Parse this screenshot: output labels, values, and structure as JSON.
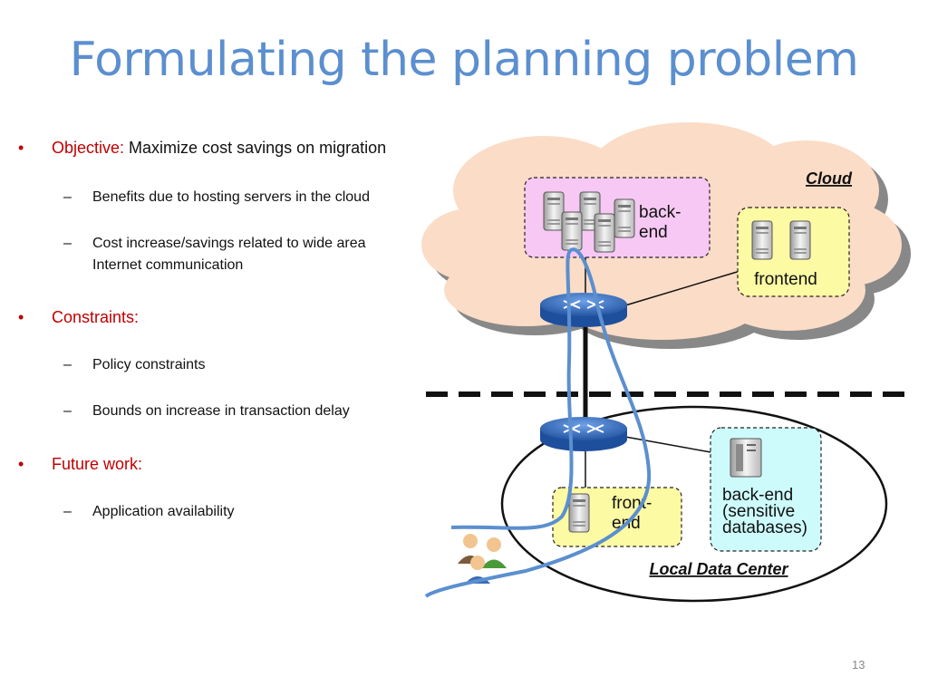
{
  "slide": {
    "title": "Formulating the planning problem",
    "page_number": "13"
  },
  "bullets": [
    {
      "label": "Objective:",
      "text": " Maximize cost savings on migration"
    },
    {
      "label": "Constraints:",
      "text": ""
    },
    {
      "label": "Future work:",
      "text": ""
    }
  ],
  "sub_bullets": {
    "objective": [
      "Benefits due to hosting servers in the cloud",
      "Cost increase/savings related to wide area Internet communication"
    ],
    "constraints": [
      "Policy constraints",
      "Bounds on increase in transaction delay"
    ],
    "future": [
      "Application  availability"
    ]
  },
  "diagram": {
    "cloud_label": "Cloud",
    "cloud_backend_label_1": "back-",
    "cloud_backend_label_2": "end",
    "cloud_frontend_label": "frontend",
    "local_frontend_label_1": "front-",
    "local_frontend_label_2": "end",
    "local_backend_label_1": "back-end",
    "local_backend_label_2": "(sensitive",
    "local_backend_label_3": "databases)",
    "datacenter_label": "Local Data Center"
  },
  "colors": {
    "title": "#5b8fcf",
    "bullet_label": "#c00000",
    "cloud_fill": "#fbdcc6",
    "backend_box": "#f6c8f3",
    "frontend_box": "#fdfaa4",
    "sensitive_box": "#cdfbfb",
    "flow_line": "#5b8fcf"
  }
}
